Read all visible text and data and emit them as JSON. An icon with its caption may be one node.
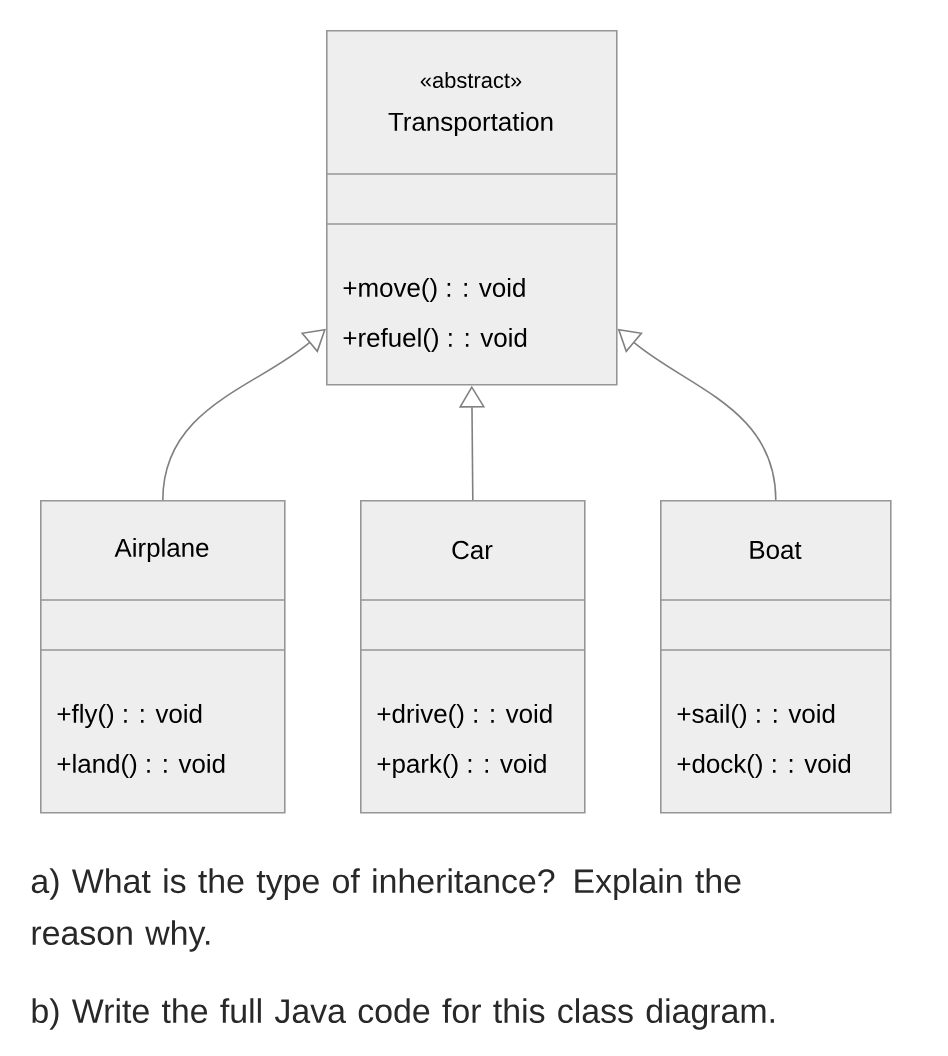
{
  "diagram": {
    "nodes": [
      {
        "text": [
          "«abstract»",
          "Transportation",
          "+move() : : void",
          "+refuel() : : void"
        ]
      },
      {
        "text": [
          "Airplane",
          "+fly() : : void",
          "+land() : : void"
        ]
      },
      {
        "text": [
          "Car",
          "+drive() : : void",
          "+park() : : void"
        ]
      },
      {
        "text": [
          "Boat",
          "+sail() : : void",
          "+dock() : : void"
        ]
      }
    ],
    "edges": [
      {
        "from": 1,
        "to": 0,
        "arrow": "to"
      },
      {
        "from": 2,
        "to": 0,
        "arrow": "to"
      },
      {
        "from": 3,
        "to": 0,
        "arrow": "to"
      }
    ],
    "labels": [
      "a) What is the type of inheritance? Explain the reason why.",
      "b) Write the full Java code for this class diagram."
    ]
  }
}
